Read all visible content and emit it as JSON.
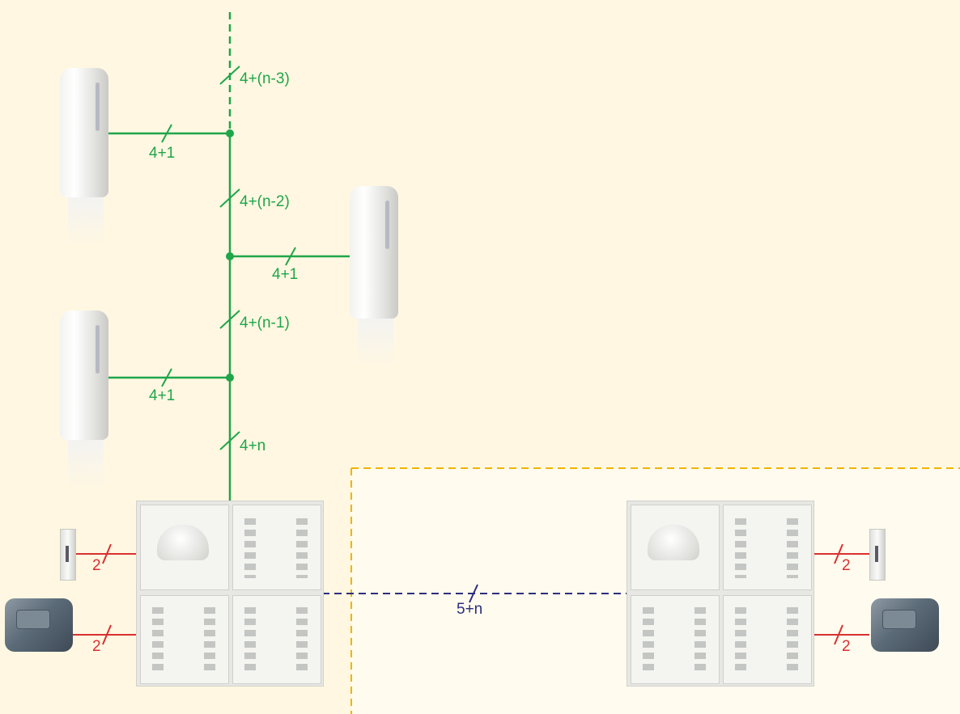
{
  "diagram": {
    "colors": {
      "riser": "#1fa64a",
      "lock_wiring": "#d93030",
      "panel_link": "#2b2f80",
      "zone_border": "#f0b400"
    },
    "riser_labels": [
      "4+(n-3)",
      "4+(n-2)",
      "4+(n-1)",
      "4+n"
    ],
    "handset_labels": [
      "4+1",
      "4+1",
      "4+1"
    ],
    "lock_wire_labels": [
      "2",
      "2",
      "2",
      "2"
    ],
    "link_label": "5+n",
    "devices": {
      "handset_icon": "intercom-handset-icon",
      "panel_icon": "door-entry-panel-icon",
      "switch_icon": "door-release-button-icon",
      "lock_icon": "electric-lock-icon"
    }
  }
}
